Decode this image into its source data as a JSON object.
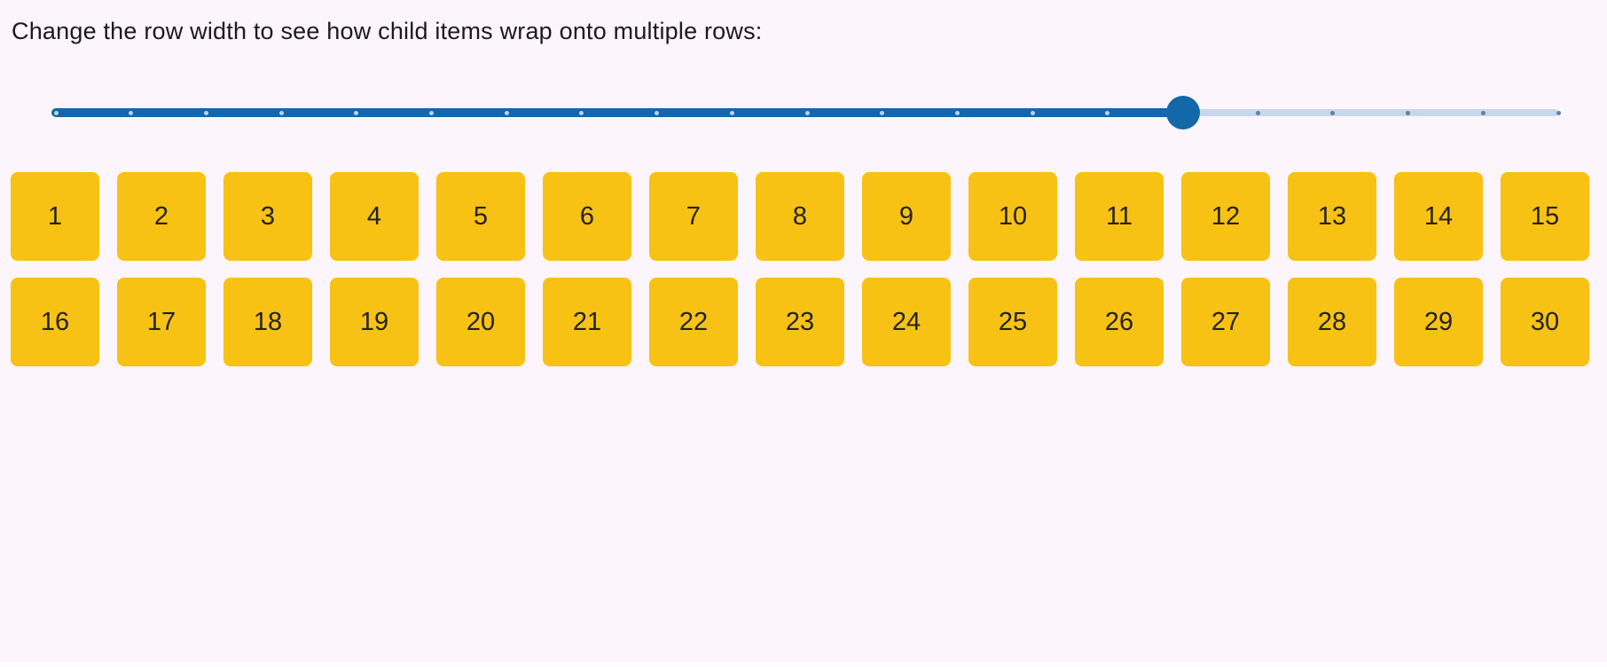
{
  "page": {
    "background_color": "#FDF5FC"
  },
  "heading": {
    "text": "Change the row width to see how child items wrap onto multiple rows:"
  },
  "slider": {
    "percent": 75,
    "thumb_tick_index": 15,
    "tick_count": 21,
    "accent_color": "#1268A8",
    "rail_color": "#C6D9EC",
    "tick_color_on_fill": "#B7D1E8",
    "tick_color_on_rail": "#5E83A4"
  },
  "wrap_panel": {
    "item_color": "#F7C213",
    "item_text_color": "#242220",
    "items_per_row": 15,
    "labels": [
      "1",
      "2",
      "3",
      "4",
      "5",
      "6",
      "7",
      "8",
      "9",
      "10",
      "11",
      "12",
      "13",
      "14",
      "15",
      "16",
      "17",
      "18",
      "19",
      "20",
      "21",
      "22",
      "23",
      "24",
      "25",
      "26",
      "27",
      "28",
      "29",
      "30"
    ]
  }
}
